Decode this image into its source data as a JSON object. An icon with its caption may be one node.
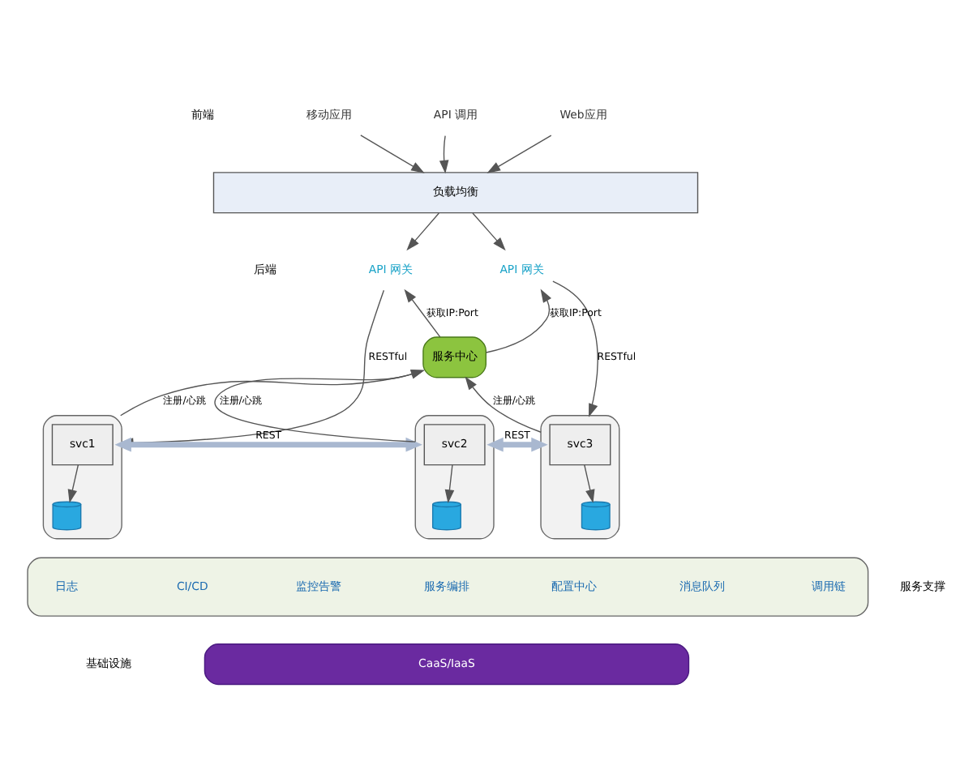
{
  "diagram": {
    "nodes": [
      {
        "text": [
          "移动应用"
        ]
      },
      {
        "text": [
          "API 调用"
        ]
      },
      {
        "text": [
          "Web应用"
        ]
      },
      {
        "text": [
          "负载均衡"
        ]
      },
      {
        "text": [
          "API 网关"
        ]
      },
      {
        "text": [
          "API 网关"
        ]
      },
      {
        "text": [
          "服务中心"
        ]
      },
      {
        "text": [],
        "shape": "box"
      },
      {
        "text": [
          "svc1"
        ],
        "in": 7
      },
      {
        "text": [],
        "shape": "cylinder",
        "in": 7
      },
      {
        "text": [],
        "shape": "box"
      },
      {
        "text": [
          "svc2"
        ],
        "in": 10
      },
      {
        "text": [],
        "shape": "cylinder",
        "in": 10
      },
      {
        "text": [],
        "shape": "box"
      },
      {
        "text": [
          "svc3"
        ],
        "in": 13
      },
      {
        "text": [],
        "shape": "cylinder",
        "in": 13
      },
      {
        "text": [],
        "shape": "box"
      },
      {
        "text": [
          "日志"
        ],
        "in": 16
      },
      {
        "text": [
          "CI/CD"
        ],
        "in": 16
      },
      {
        "text": [
          "监控告警"
        ],
        "in": 16
      },
      {
        "text": [
          "服务编排"
        ],
        "in": 16
      },
      {
        "text": [
          "配置中心"
        ],
        "in": 16
      },
      {
        "text": [
          "消息队列"
        ],
        "in": 16
      },
      {
        "text": [
          "调用链"
        ],
        "in": 16
      },
      {
        "text": [
          "CaaS/IaaS"
        ]
      }
    ],
    "edges": [
      {
        "from": 0,
        "to": 3,
        "arrow": "to"
      },
      {
        "from": 1,
        "to": 3,
        "arrow": "to"
      },
      {
        "from": 2,
        "to": 3,
        "arrow": "to"
      },
      {
        "from": 3,
        "to": 4,
        "arrow": "to"
      },
      {
        "from": 3,
        "to": 5,
        "arrow": "to"
      },
      {
        "from": 6,
        "to": 4,
        "arrow": "to",
        "label": "获取IP:Port"
      },
      {
        "from": 6,
        "to": 5,
        "arrow": "to",
        "label": "获取IP:Port"
      },
      {
        "from": 4,
        "to": 7,
        "arrow": "to",
        "label": "RESTful"
      },
      {
        "from": 5,
        "to": 13,
        "arrow": "to",
        "label": "RESTful"
      },
      {
        "from": 7,
        "to": 6,
        "arrow": "to",
        "label": "注册/心跳"
      },
      {
        "from": 10,
        "to": 6,
        "arrow": "to",
        "label": "注册/心跳"
      },
      {
        "from": 13,
        "to": 6,
        "arrow": "to",
        "label": "注册/心跳"
      },
      {
        "from": 8,
        "to": 9,
        "arrow": "to"
      },
      {
        "from": 11,
        "to": 12,
        "arrow": "to"
      },
      {
        "from": 14,
        "to": 15,
        "arrow": "to"
      },
      {
        "from": 7,
        "to": 10,
        "arrow": "both",
        "label": "REST",
        "style": "thick",
        "color": "#a9b8d0"
      },
      {
        "from": 10,
        "to": 13,
        "arrow": "both",
        "label": "REST",
        "style": "thick",
        "color": "#a9b8d0"
      }
    ],
    "labels": [
      "前端",
      "后端",
      "服务支撑",
      "基础设施"
    ]
  }
}
